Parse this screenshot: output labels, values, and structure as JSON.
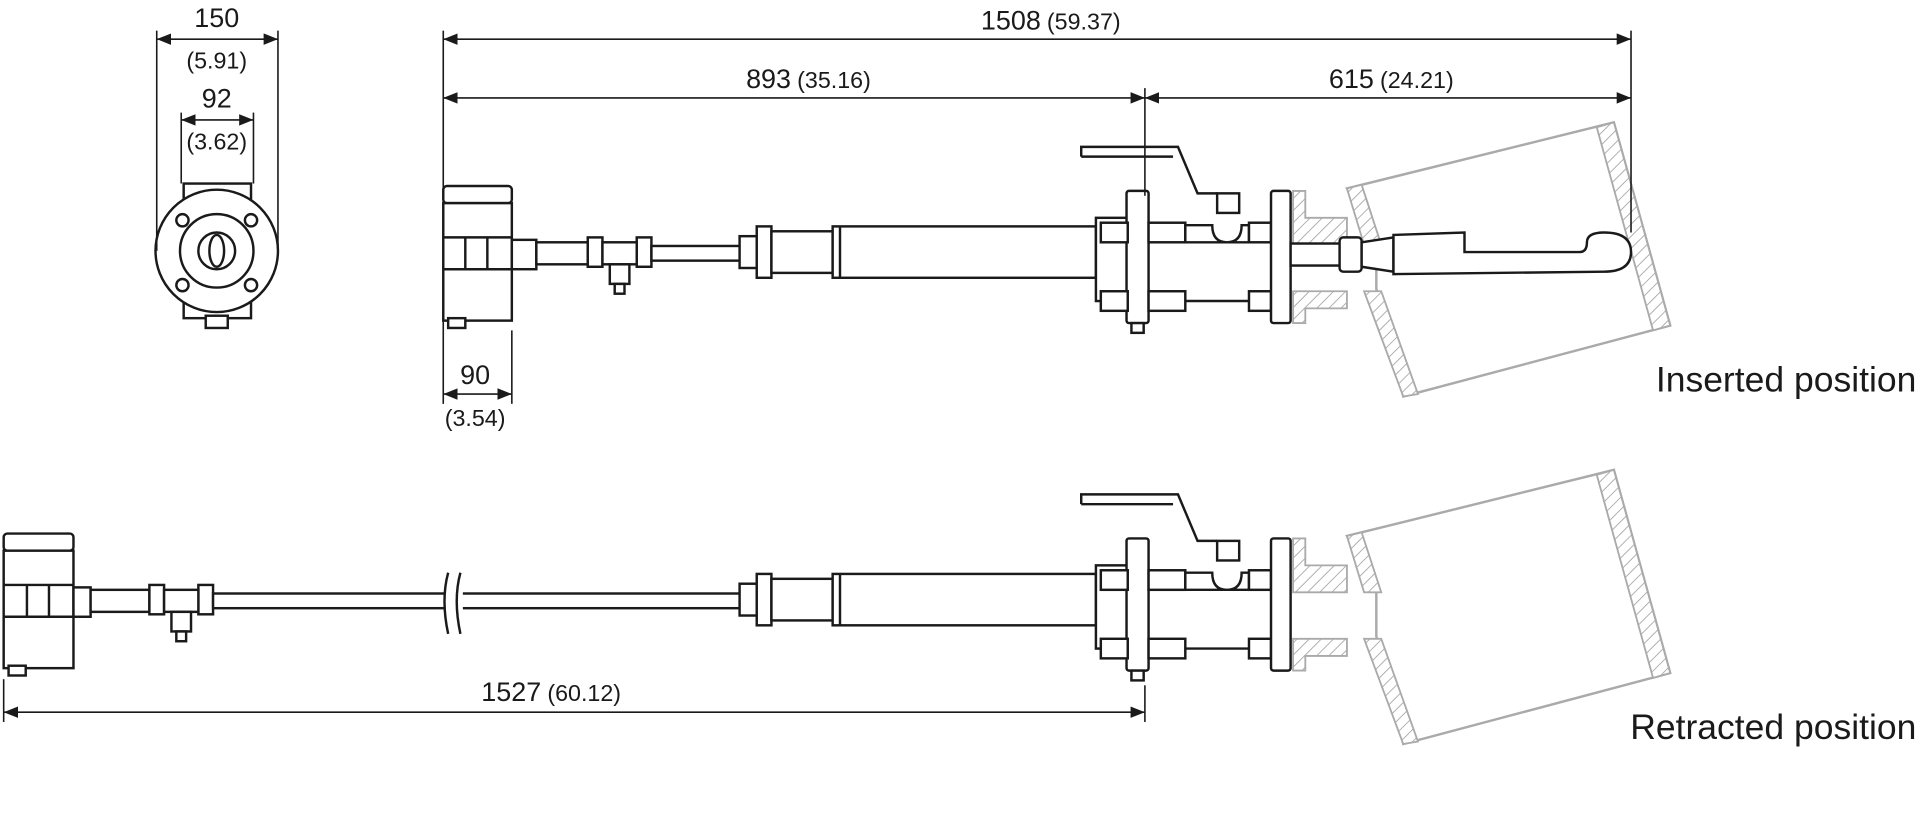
{
  "title": "Probe dimension drawing",
  "end_view": {
    "outer_width": {
      "mm": "150",
      "in": "(5.91)"
    },
    "inner_width": {
      "mm": "92",
      "in": "(3.62)"
    }
  },
  "inserted": {
    "total_length": {
      "mm": "1508",
      "in": "(59.37)"
    },
    "to_flange": {
      "mm": "893",
      "in": "(35.16)"
    },
    "insertion": {
      "mm": "615",
      "in": "(24.21)"
    },
    "head_width": {
      "mm": "90",
      "in": "(3.54)"
    },
    "label": "Inserted position"
  },
  "retracted": {
    "total_length": {
      "mm": "1527",
      "in": "(60.12)"
    },
    "label": "Retracted position"
  },
  "colors": {
    "line": "#1a1a1a",
    "duct": "#aaaaaa"
  }
}
